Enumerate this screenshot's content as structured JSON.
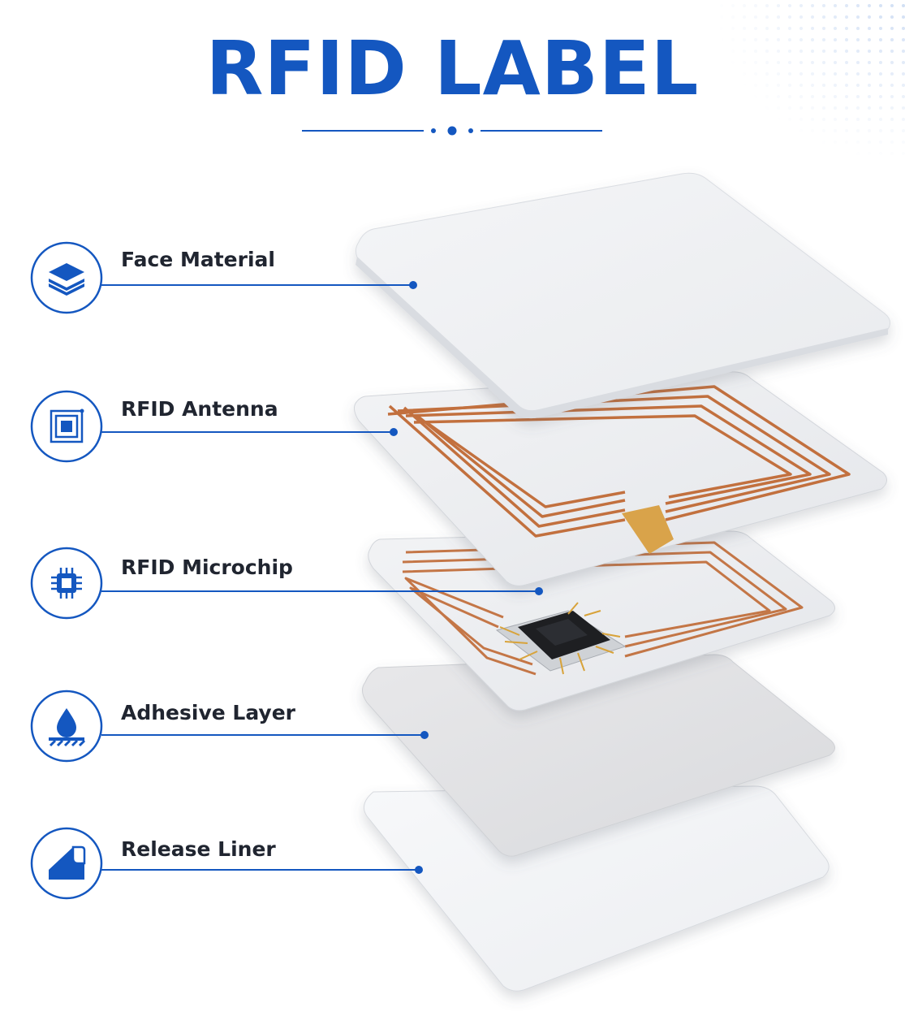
{
  "title": "RFID LABEL",
  "colors": {
    "accent": "#1457c0",
    "copper": "#c2703e",
    "label_text": "#202530"
  },
  "layers": [
    {
      "label": "Face Material",
      "icon": "layers-icon"
    },
    {
      "label": "RFID Antenna",
      "icon": "antenna-coil-icon"
    },
    {
      "label": "RFID Microchip",
      "icon": "microchip-icon"
    },
    {
      "label": "Adhesive Layer",
      "icon": "adhesive-drop-icon"
    },
    {
      "label": "Release Liner",
      "icon": "peeling-liner-icon"
    }
  ]
}
